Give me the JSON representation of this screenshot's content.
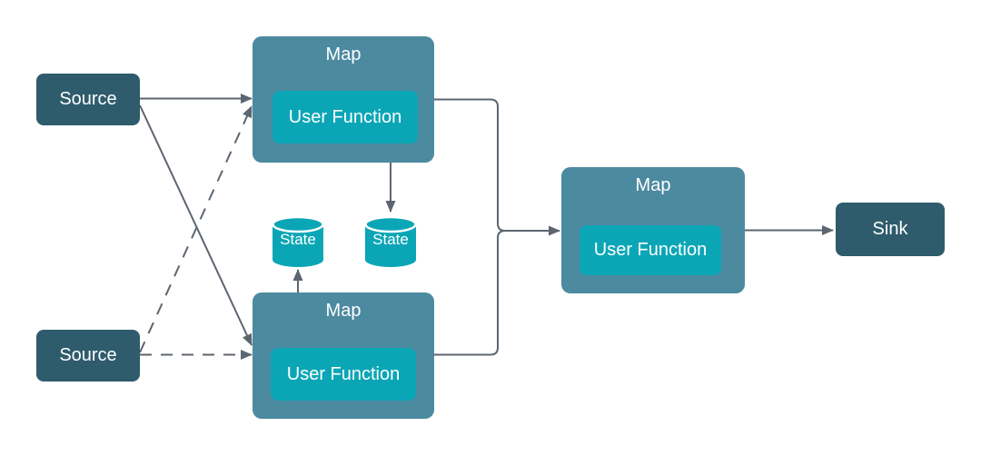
{
  "colors": {
    "node-dark": "#2E5C6C",
    "operator": "#4C8AA0",
    "function": "#0BA6B6",
    "connector": "#5C6670",
    "label-text": "#FFFFFF",
    "background": "#FFFFFF"
  },
  "nodes": {
    "source_top": {
      "label": "Source"
    },
    "source_bottom": {
      "label": "Source"
    },
    "map_top": {
      "title": "Map",
      "function_label": "User Function"
    },
    "map_bottom": {
      "title": "Map",
      "function_label": "User Function"
    },
    "map_right": {
      "title": "Map",
      "function_label": "User Function"
    },
    "state_left": {
      "label": "State"
    },
    "state_right": {
      "label": "State"
    },
    "sink": {
      "label": "Sink"
    }
  },
  "edges": [
    {
      "from": "source_top",
      "to": "map_top",
      "style": "solid"
    },
    {
      "from": "source_top",
      "to": "map_bottom",
      "style": "solid"
    },
    {
      "from": "source_bottom",
      "to": "map_top",
      "style": "dashed"
    },
    {
      "from": "source_bottom",
      "to": "map_bottom",
      "style": "dashed"
    },
    {
      "from": "map_top",
      "to": "map_right",
      "style": "solid"
    },
    {
      "from": "map_bottom",
      "to": "map_right",
      "style": "solid"
    },
    {
      "from": "map_right",
      "to": "sink",
      "style": "solid"
    },
    {
      "from": "map_top_user_function",
      "to": "state_right",
      "style": "bidirectional"
    },
    {
      "from": "map_bottom_user_function",
      "to": "state_left",
      "style": "bidirectional"
    }
  ]
}
